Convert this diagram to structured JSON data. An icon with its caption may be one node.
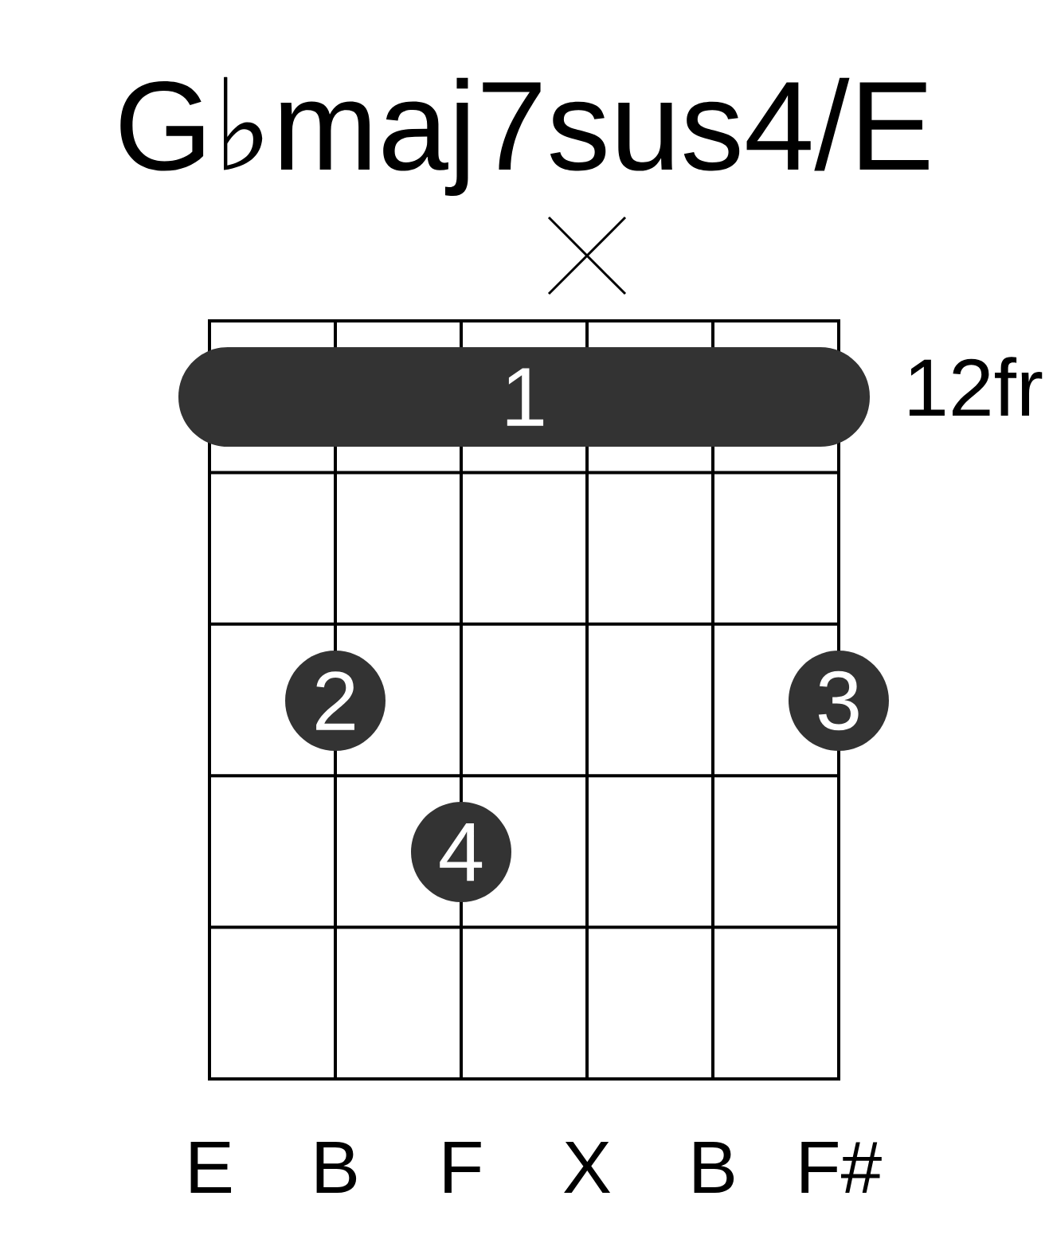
{
  "diagram": {
    "title": "G♭maj7sus4/E",
    "nodes": [
      {
        "text": [
          "1"
        ]
      },
      {
        "text": [
          "2"
        ]
      },
      {
        "text": [
          "3"
        ]
      },
      {
        "text": [
          "4"
        ]
      }
    ],
    "labels": [
      "12fr",
      "E",
      "B",
      "F",
      "X",
      "B",
      "F#"
    ]
  }
}
